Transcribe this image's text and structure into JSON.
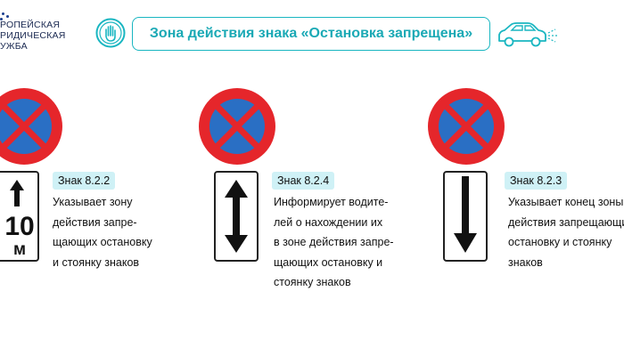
{
  "logo": {
    "lines": [
      "РОПЕЙСКАЯ",
      "РИДИЧЕСКАЯ",
      "УЖБА"
    ]
  },
  "header": {
    "title": "Зона действия знака «Остановка запрещена»",
    "left_icon": "hand-stop-icon",
    "right_icon": "car-icon",
    "accent_color": "#19b6c1"
  },
  "signs": [
    {
      "badge": "Знак 8.2.2",
      "plate_text": [
        "10",
        "м"
      ],
      "plate_icon": "arrow-up-icon",
      "description": [
        "Указывает зону",
        "действия запре-",
        "щающих остановку",
        "и стоянку знаков"
      ]
    },
    {
      "badge": "Знак 8.2.4",
      "plate_icon": "double-arrow-icon",
      "description": [
        "Информирует водите-",
        "лей о нахождении их",
        "в зоне действия запре-",
        "щающих остановку и",
        "стоянку знаков"
      ]
    },
    {
      "badge": "Знак 8.2.3",
      "plate_icon": "arrow-down-icon",
      "description": [
        "Указывает конец зоны",
        "действия запрещающих",
        "остановку и стоянку",
        "знаков"
      ]
    }
  ],
  "colors": {
    "sign_red": "#e5262b",
    "sign_blue": "#2a6fc4",
    "badge_bg": "#cff1f6"
  }
}
